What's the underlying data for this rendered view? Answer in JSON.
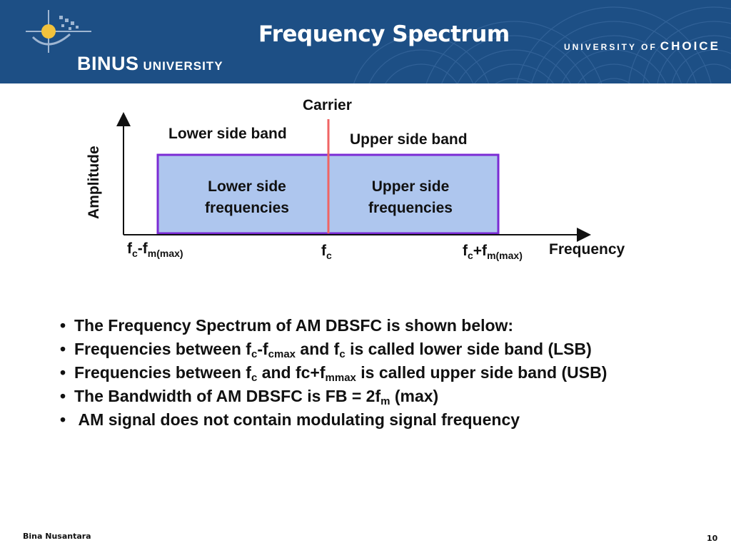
{
  "header": {
    "logo_name": "BINUS",
    "logo_suffix": "UNIVERSITY",
    "title": "Frequency Spectrum",
    "tagline_small": "UNIVERSITY OF",
    "tagline_big": "CHOICE",
    "background": "#1d4f85"
  },
  "diagram": {
    "carrier_label": "Carrier",
    "lsb_label": "Lower side band",
    "usb_label": "Upper side band",
    "lower_box_line1": "Lower side",
    "lower_box_line2": "frequencies",
    "upper_box_line1": "Upper side",
    "upper_box_line2": "frequencies",
    "y_axis_label": "Amplitude",
    "x_axis_label": "Frequency",
    "tick_left_main": "f",
    "tick_left_sub1": "c",
    "tick_left_mid": "-f",
    "tick_left_sub2": "m(max)",
    "tick_center_main": "f",
    "tick_center_sub": "c",
    "tick_right_main": "f",
    "tick_right_sub1": "c",
    "tick_right_mid": "+f",
    "tick_right_sub2": "m(max)",
    "box_fill": "#aec6ee",
    "box_border": "#7b2bd4",
    "carrier_color": "#f06464"
  },
  "bullets": [
    {
      "text": "The Frequency Spectrum of AM DBSFC is shown below:"
    },
    {
      "p1": "Frequencies between f",
      "s1": "c",
      "p2": "-f",
      "s2": "cmax",
      "p3": " and f",
      "s3": "c",
      "p4": " is called lower side band (LSB)"
    },
    {
      "p1": "Frequencies between f",
      "s1": "c",
      "p2": " and fc+f",
      "s2": "mmax",
      "p3": " is called upper side band (USB)"
    },
    {
      "p1": "The Bandwidth of AM DBSFC is FB = 2f",
      "s1": "m",
      "p2": " (max)"
    },
    {
      "text": " AM signal does not contain modulating signal frequency"
    }
  ],
  "footer": {
    "left": "Bina Nusantara",
    "page_number": "10"
  }
}
